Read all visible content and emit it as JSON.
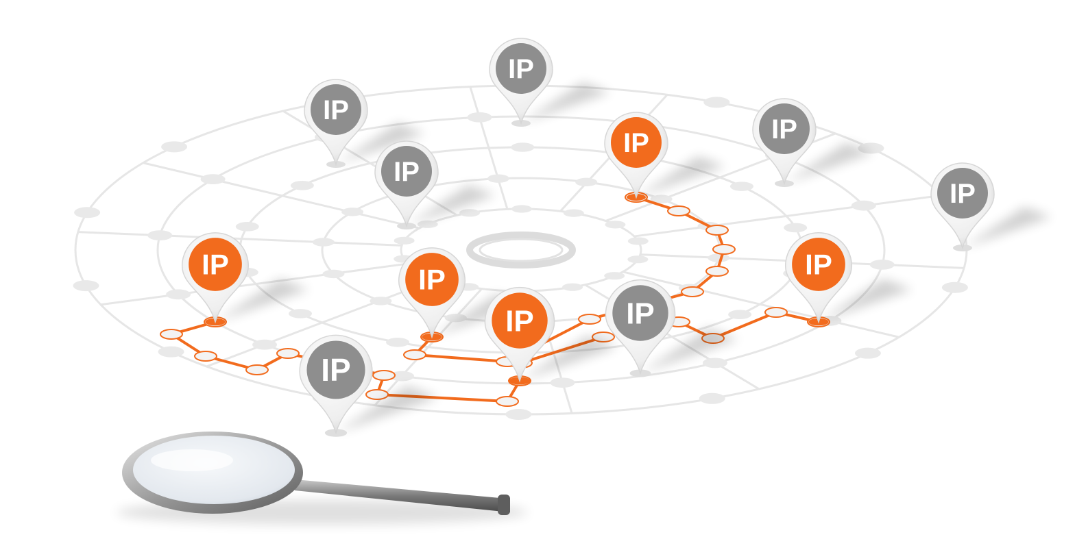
{
  "scene": {
    "pin_label_text": "IP",
    "colors": {
      "active": "#f26b1d",
      "inactive": "#8e8e8e",
      "pin_body": "#f1f1f1",
      "network_line": "#e6e6e6",
      "network_node": "#e9e9e9",
      "active_line": "#f26b1d",
      "background": "#ffffff"
    },
    "pins": [
      {
        "state": "inactive"
      },
      {
        "state": "inactive"
      },
      {
        "state": "active"
      },
      {
        "state": "inactive"
      },
      {
        "state": "inactive"
      },
      {
        "state": "inactive"
      },
      {
        "state": "active"
      },
      {
        "state": "active"
      },
      {
        "state": "active"
      },
      {
        "state": "inactive"
      },
      {
        "state": "active"
      },
      {
        "state": "inactive"
      }
    ],
    "icons": [
      "map-pin-icon",
      "magnifying-glass-icon"
    ]
  }
}
